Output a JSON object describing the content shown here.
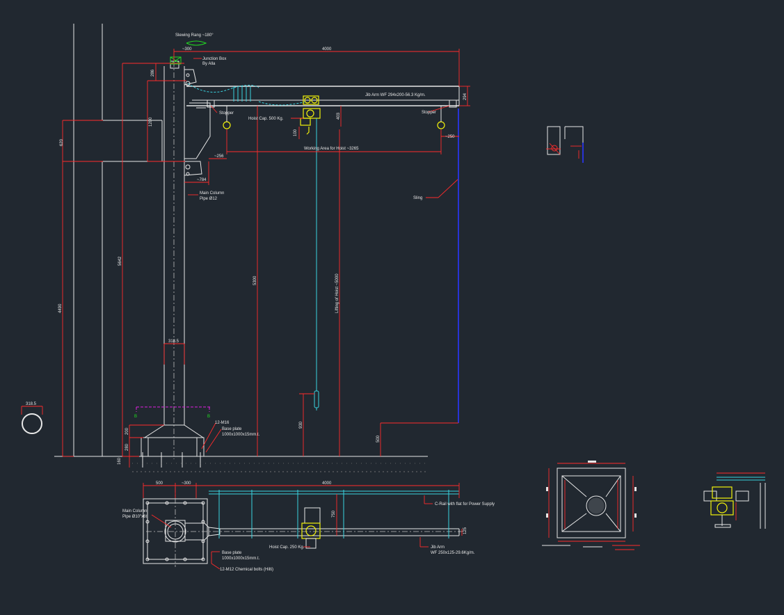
{
  "elevation": {
    "slewing": "Slewing Rang ~180°",
    "dim_300": "~300",
    "dim_4000": "4000",
    "junction_box_1": "Junction Box",
    "junction_box_2": "By Alla",
    "dim_286": "286",
    "jib_arm": "Jib Arm WF 294x200-56.3 Kg/m.",
    "dim_294": "294",
    "stopper_left": "Stopper",
    "stopper_right": "Stopper",
    "hoist_cap": "Hoist Cap. 500 Kg.",
    "dim_403": "403",
    "dim_1200": "1200",
    "dim_100": "100",
    "dim_620": "620",
    "dim_256": "~256",
    "working_area": "Working Area for Hoist ~3265",
    "dim_250": "~250",
    "dim_784": "~784",
    "main_column_1": "Main Column",
    "main_column_2": "Pipe Ø12",
    "sling": "Sling",
    "dim_5642": "5642",
    "dim_4490": "4490",
    "dim_5300": "5300",
    "lifting": "Lifting of Hoist ~5000",
    "dim_3185_col": "318.5",
    "dim_3185_circle": "318.5",
    "section_b_left": "B",
    "section_b_right": "B",
    "bolts_1": "12-M16",
    "base_plate_1": "Base plate",
    "base_plate_2": "1000x1000x15mm.t.",
    "dim_200": "200",
    "dim_280": "280",
    "dim_160": "160",
    "dim_930": "930",
    "dim_500_right": "500"
  },
  "plan": {
    "dim_500": "500",
    "dim_300": "~300",
    "dim_4000": "4000",
    "main_column_1": "Main Column",
    "main_column_2": "Pipe Ø10\"x6t",
    "c_rail": "C-Rail with flat for Power Supply",
    "dim_750": "750",
    "dim_125": "125",
    "hoist_cap": "Hoist Cap. 250 Kg.",
    "base_plate_1": "Base plate",
    "base_plate_2": "1000x1000x15mm.t.",
    "chem_bolts": "12-M12 Chemical bolts (Hilti)",
    "jib_arm_1": "Jib Arm",
    "jib_arm_2": "WF 250x125-29.6Kg/m."
  },
  "colors": {
    "background": "#212830",
    "linework": "#e8e8e8",
    "dimension": "#ff2b2b",
    "rail": "#39d3e0",
    "hoist": "#f2f20a",
    "sling": "#2a36ff"
  }
}
